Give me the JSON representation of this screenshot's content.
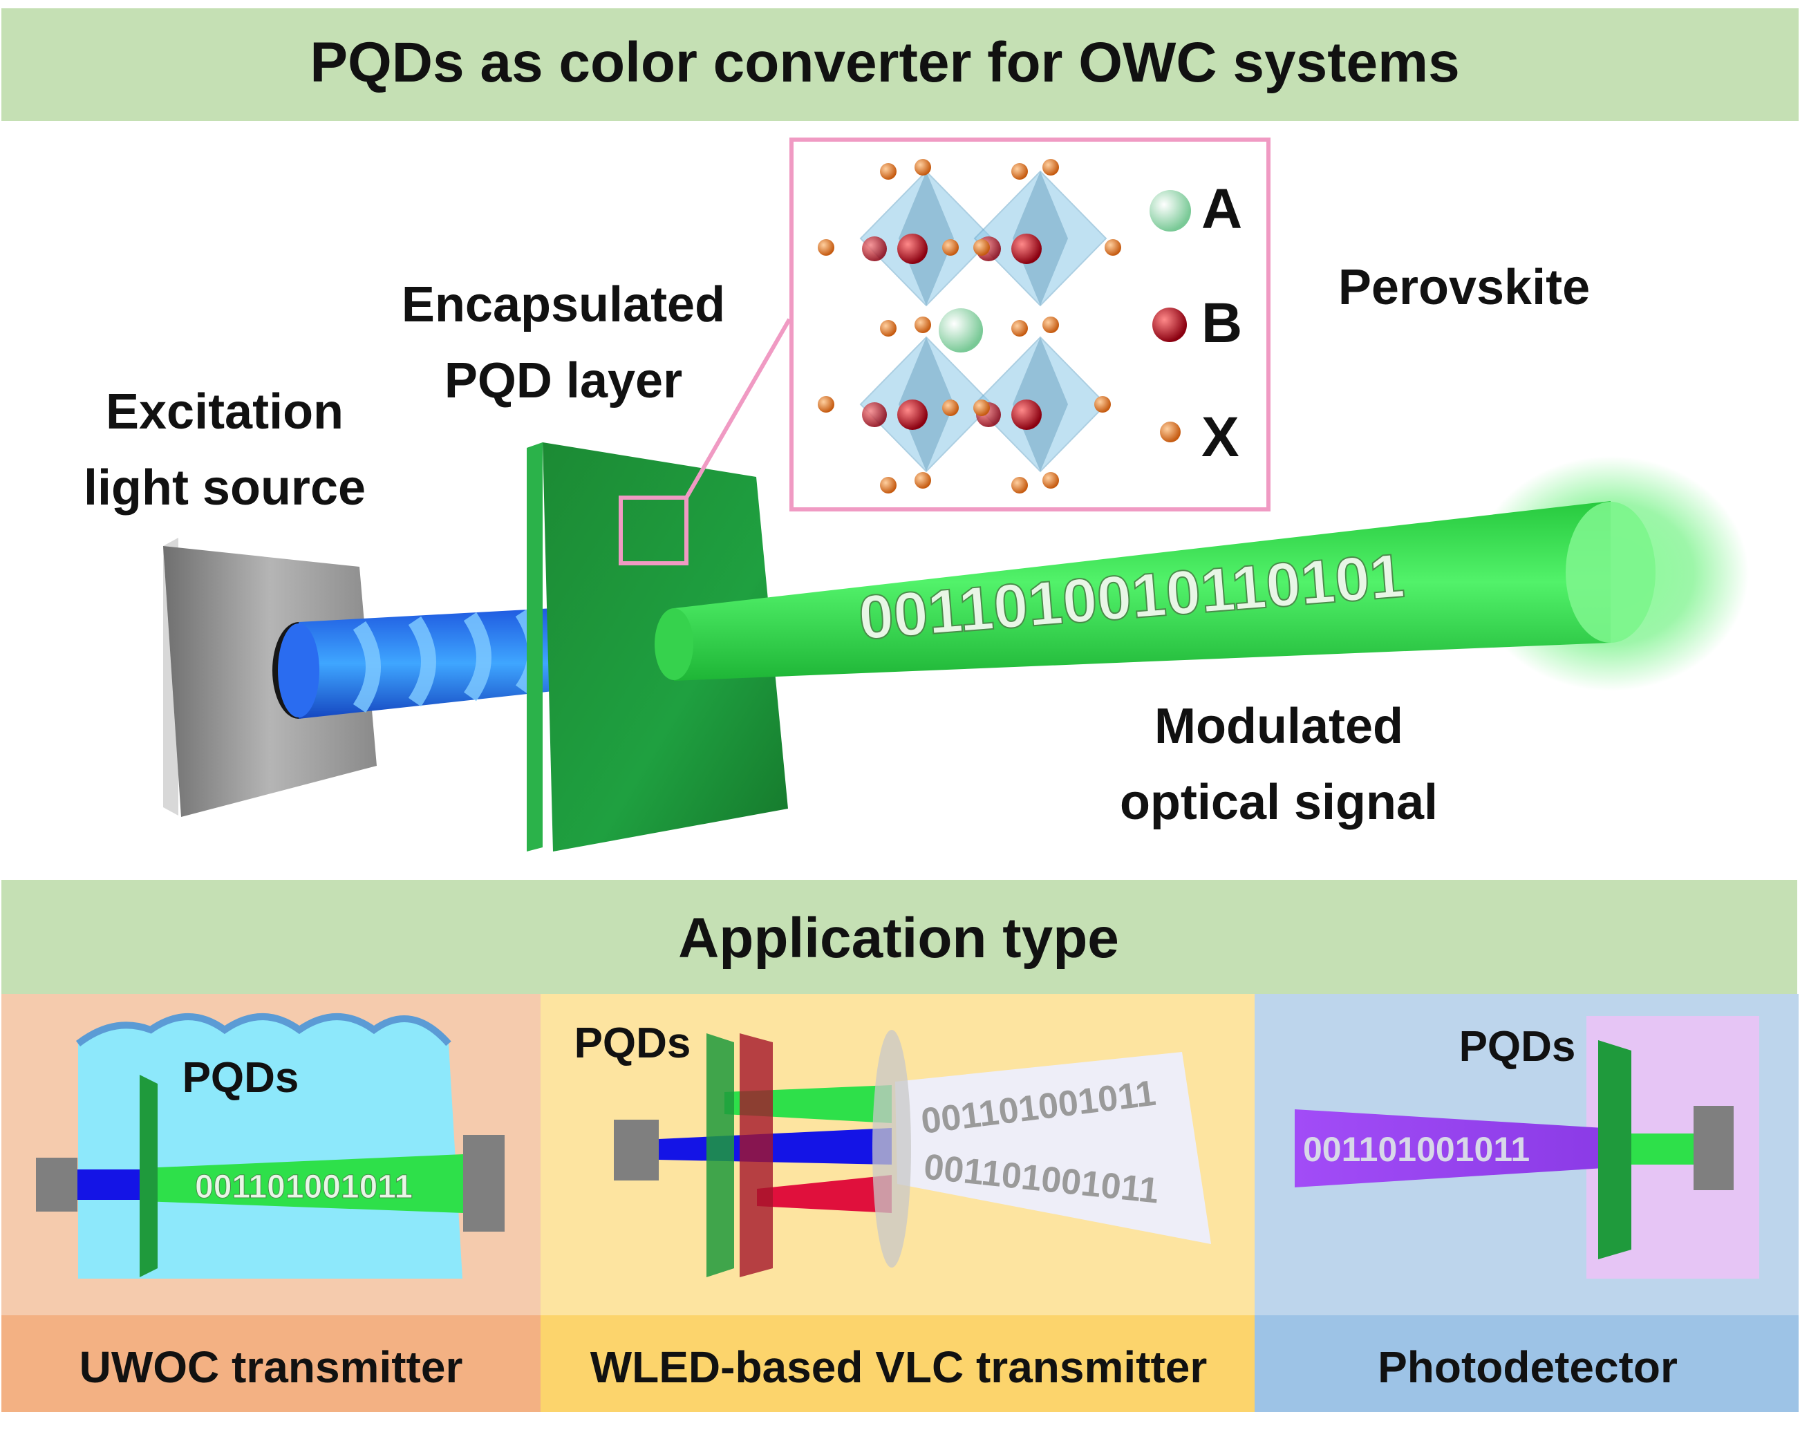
{
  "top_banner": {
    "title": "PQDs as color converter for OWC systems"
  },
  "schematic": {
    "excitation_label": [
      "Excitation",
      "light source"
    ],
    "pqd_layer_label": [
      "Encapsulated",
      "PQD layer"
    ],
    "perovskite_label": "Perovskite",
    "legend": [
      {
        "symbol": "A",
        "color": "#9fe6b8"
      },
      {
        "symbol": "B",
        "color": "#c0101a"
      },
      {
        "symbol": "X",
        "color": "#e87a2a"
      }
    ],
    "signal_bits": "0011010010110101",
    "modulated_label": [
      "Modulated",
      "optical signal"
    ]
  },
  "application": {
    "title": "Application type",
    "panels": [
      {
        "name": "UWOC transmitter",
        "pqd_label": "PQDs",
        "bits": "001101001011",
        "bg": "#f5cbad",
        "footer_bg": "#f3b183"
      },
      {
        "name": "WLED-based VLC transmitter",
        "pqd_label": "PQDs",
        "bits": [
          "001101001011",
          "001101001011"
        ],
        "bg": "#fde4a0",
        "footer_bg": "#fcd46c"
      },
      {
        "name": "Photodetector",
        "pqd_label": "PQDs",
        "bits": "001101001011",
        "bg": "#bdd5ec",
        "footer_bg": "#9dc3e6"
      }
    ]
  },
  "colors": {
    "banner": "#c5e0b4",
    "excitation_blue": "#1f6fff",
    "pqd_green": "#1f9a3c",
    "beam_green": "#2ee04a",
    "inset_border": "#f09ac3",
    "violet": "#a14cf5",
    "red": "#e0103c"
  }
}
